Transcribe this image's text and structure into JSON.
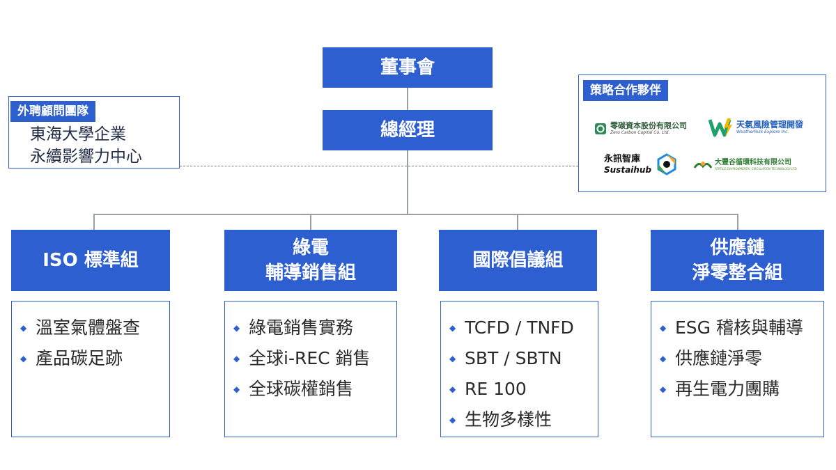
{
  "board": "董事會",
  "gm": "總經理",
  "consultants": {
    "tag": "外聘顧問團隊",
    "lines": [
      "東海大學企業",
      "永續影響力中心"
    ]
  },
  "partners": {
    "tag": "策略合作夥伴",
    "logos": [
      {
        "zh": "零碳資本股份有限公司",
        "en": "Zero Carbon Capital Co. Ltd.",
        "icon": "zero-carbon-logo-icon",
        "color": "#2e8b57"
      },
      {
        "zh": "天氣風險管理開發",
        "en": "WeatherRisk Explore Inc.",
        "icon": "weatherrisk-logo-icon",
        "color": "#1f5fbf"
      },
      {
        "zh": "永訊智庫",
        "en": "Sustaihub",
        "icon": "sustaihub-logo-icon",
        "color": "#111111"
      },
      {
        "zh": "大豐谷循環科技有限公司",
        "en": "FERTILE ENVIRONMENTAL CIRCULATION TECHNOLOGY LTD.",
        "icon": "fertile-logo-icon",
        "color": "#2e7d32"
      }
    ]
  },
  "groups": [
    {
      "title": [
        "ISO 標準組"
      ],
      "items": [
        "溫室氣體盤查",
        "產品碳足跡"
      ]
    },
    {
      "title": [
        "綠電",
        "輔導銷售組"
      ],
      "items": [
        "綠電銷售實務",
        "全球i-REC 銷售",
        "全球碳權銷售"
      ]
    },
    {
      "title": [
        "國際倡議組"
      ],
      "items": [
        "TCFD / TNFD",
        "SBT / SBTN",
        "RE 100",
        "生物多樣性"
      ]
    },
    {
      "title": [
        "供應鏈",
        "淨零整合組"
      ],
      "items": [
        "ESG 稽核與輔導",
        "供應鏈淨零",
        "再生電力團購"
      ]
    }
  ],
  "colors": {
    "accent": "#2e5fd0",
    "connector": "#9aa0a6"
  },
  "bullet_icon": "diamond-icon"
}
